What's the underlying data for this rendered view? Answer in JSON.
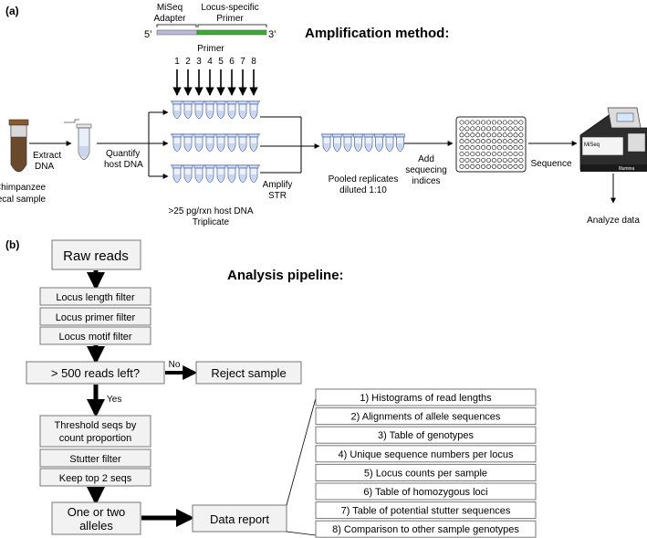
{
  "panel_a": {
    "label": "(a)",
    "title": "Amplification method:",
    "adapter_label_1": "MiSeq",
    "adapter_label_2": "Adapter",
    "primer_seg_label_1": "Locus-specific",
    "primer_seg_label_2": "Primer",
    "five_prime": "5’",
    "three_prime": "3’",
    "primer_header": "Primer",
    "primer_numbers": [
      "1",
      "2",
      "3",
      "4",
      "5",
      "6",
      "7",
      "8"
    ],
    "sample_label_1": "Chimpanzee",
    "sample_label_2": "fecal sample",
    "extract_1": "Extract",
    "extract_2": "DNA",
    "quantify_1": "Quantify",
    "quantify_2": "host DNA",
    "threshold_1": ">25 pg/rxn host DNA",
    "threshold_2": "Triplicate",
    "amplify_1": "Amplify",
    "amplify_2": "STR",
    "pooled_1": "Pooled replicates",
    "pooled_2": "diluted 1:10",
    "indices_1": "Add",
    "indices_2": "sequecing",
    "indices_3": "indices",
    "sequence": "Sequence",
    "miseq_brand": "MiSeq",
    "illumina_brand": "Illumina",
    "analyze": "Analyze data",
    "colors": {
      "adapter": "#b9b9d6",
      "primer": "#3aa935",
      "tube_fill": "#c9d6ee",
      "tube_dark": "#4a78c9",
      "tube_brown": "#6b4a2c"
    }
  },
  "panel_b": {
    "label": "(b)",
    "title": "Analysis pipeline:",
    "raw_reads": "Raw reads",
    "filters": [
      "Locus length filter",
      "Locus primer filter",
      "Locus motif filter"
    ],
    "decision": "> 500 reads left?",
    "no": "No",
    "yes": "Yes",
    "reject": "Reject sample",
    "threshold_1": "Threshold seqs by",
    "threshold_2": "count proportion",
    "stutter": "Stutter filter",
    "keep": "Keep top 2 seqs",
    "alleles_1": "One or two",
    "alleles_2": "alleles",
    "report": "Data report",
    "report_items": [
      "1) Histograms of read lengths",
      "2) Alignments of allele sequences",
      "3) Table of genotypes",
      "4) Unique sequence numbers per locus",
      "5) Locus counts per sample",
      "6) Table of homozygous loci",
      "7) Table of potential stutter sequences",
      "8) Comparison to other sample genotypes"
    ],
    "colors": {
      "box_fill": "#f2f2f2",
      "box_stroke": "#777777"
    }
  }
}
